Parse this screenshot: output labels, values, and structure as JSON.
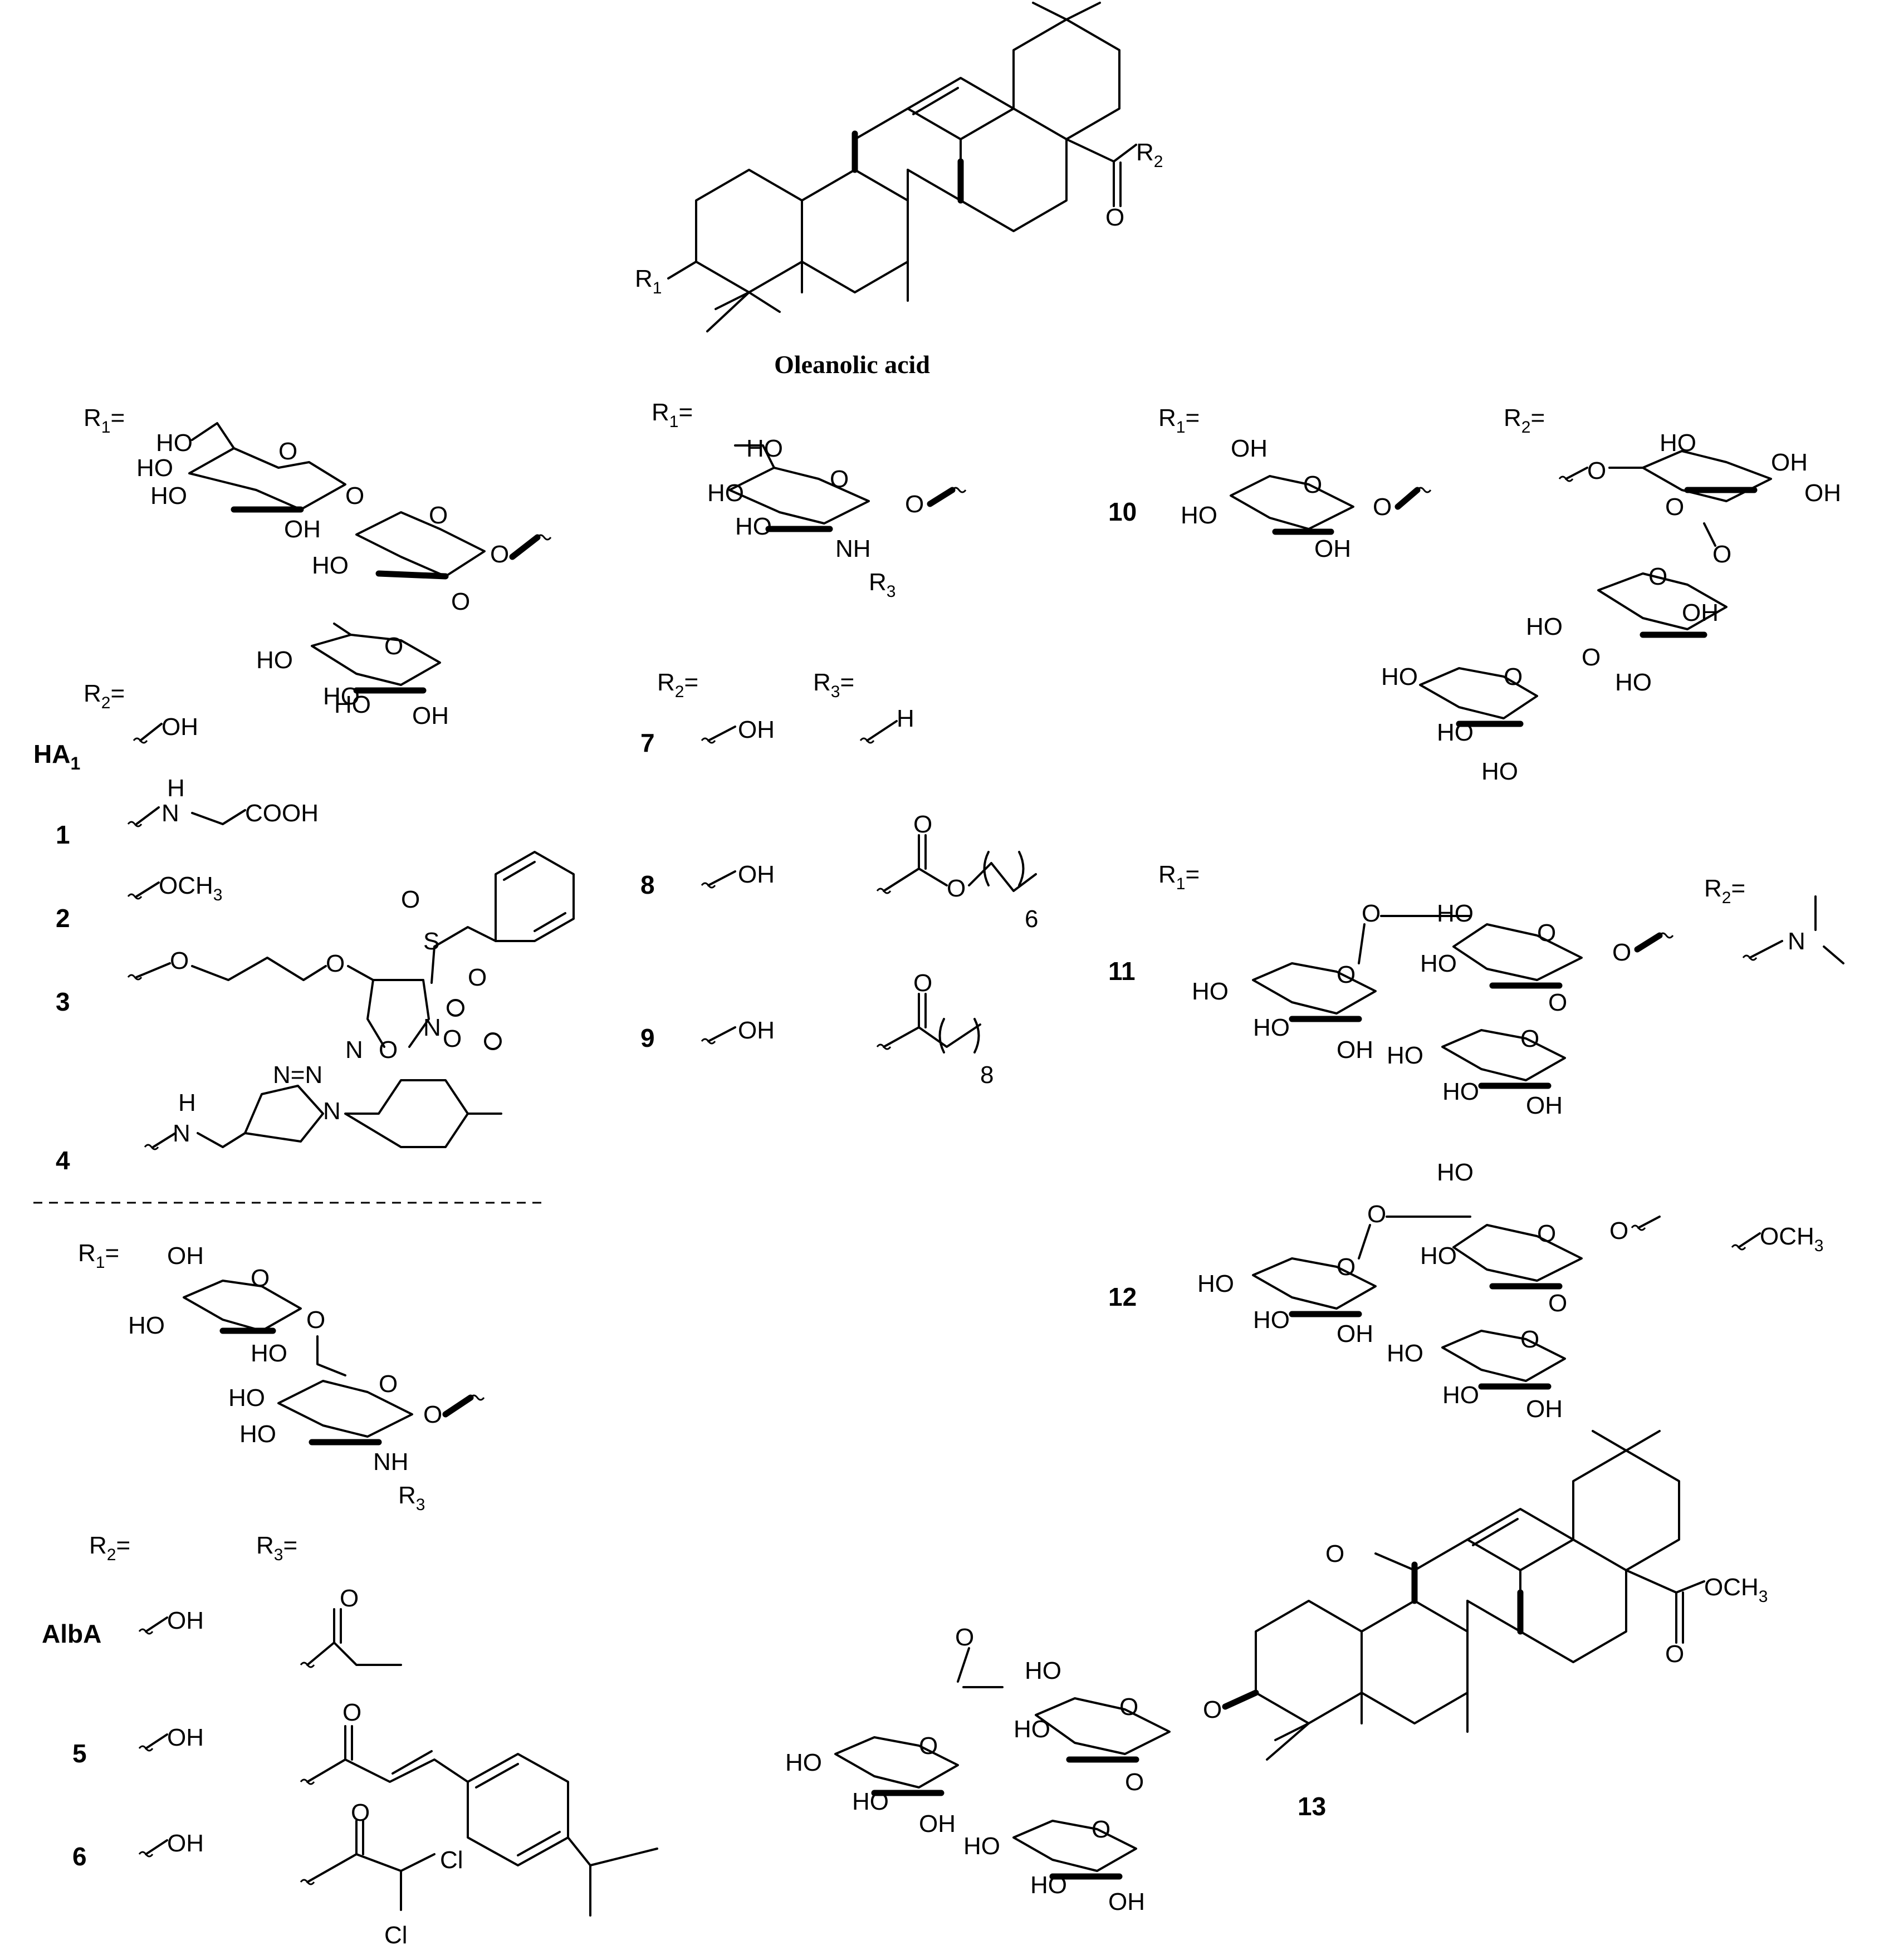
{
  "title": "Oleanolic acid",
  "rgroup": {
    "r1": "R",
    "r1sub": "1",
    "r2": "R",
    "r2sub": "2",
    "r3": "R",
    "r3sub": "3",
    "eq": "="
  },
  "compounds": [
    "HA",
    "1",
    "2",
    "3",
    "4",
    "AlbA",
    "5",
    "6",
    "7",
    "8",
    "9",
    "10",
    "11",
    "12",
    "13"
  ],
  "ha_sub": "1",
  "atoms": {
    "oh": "OH",
    "ho": "HO",
    "o": "O",
    "h": "H",
    "nh": "NH",
    "n": "N",
    "cooh": "COOH",
    "och3": "OCH",
    "three": "3",
    "s": "S",
    "cl": "Cl",
    "six": "6",
    "eight": "8",
    "ochd": "OCH",
    "nn": "N=N"
  }
}
